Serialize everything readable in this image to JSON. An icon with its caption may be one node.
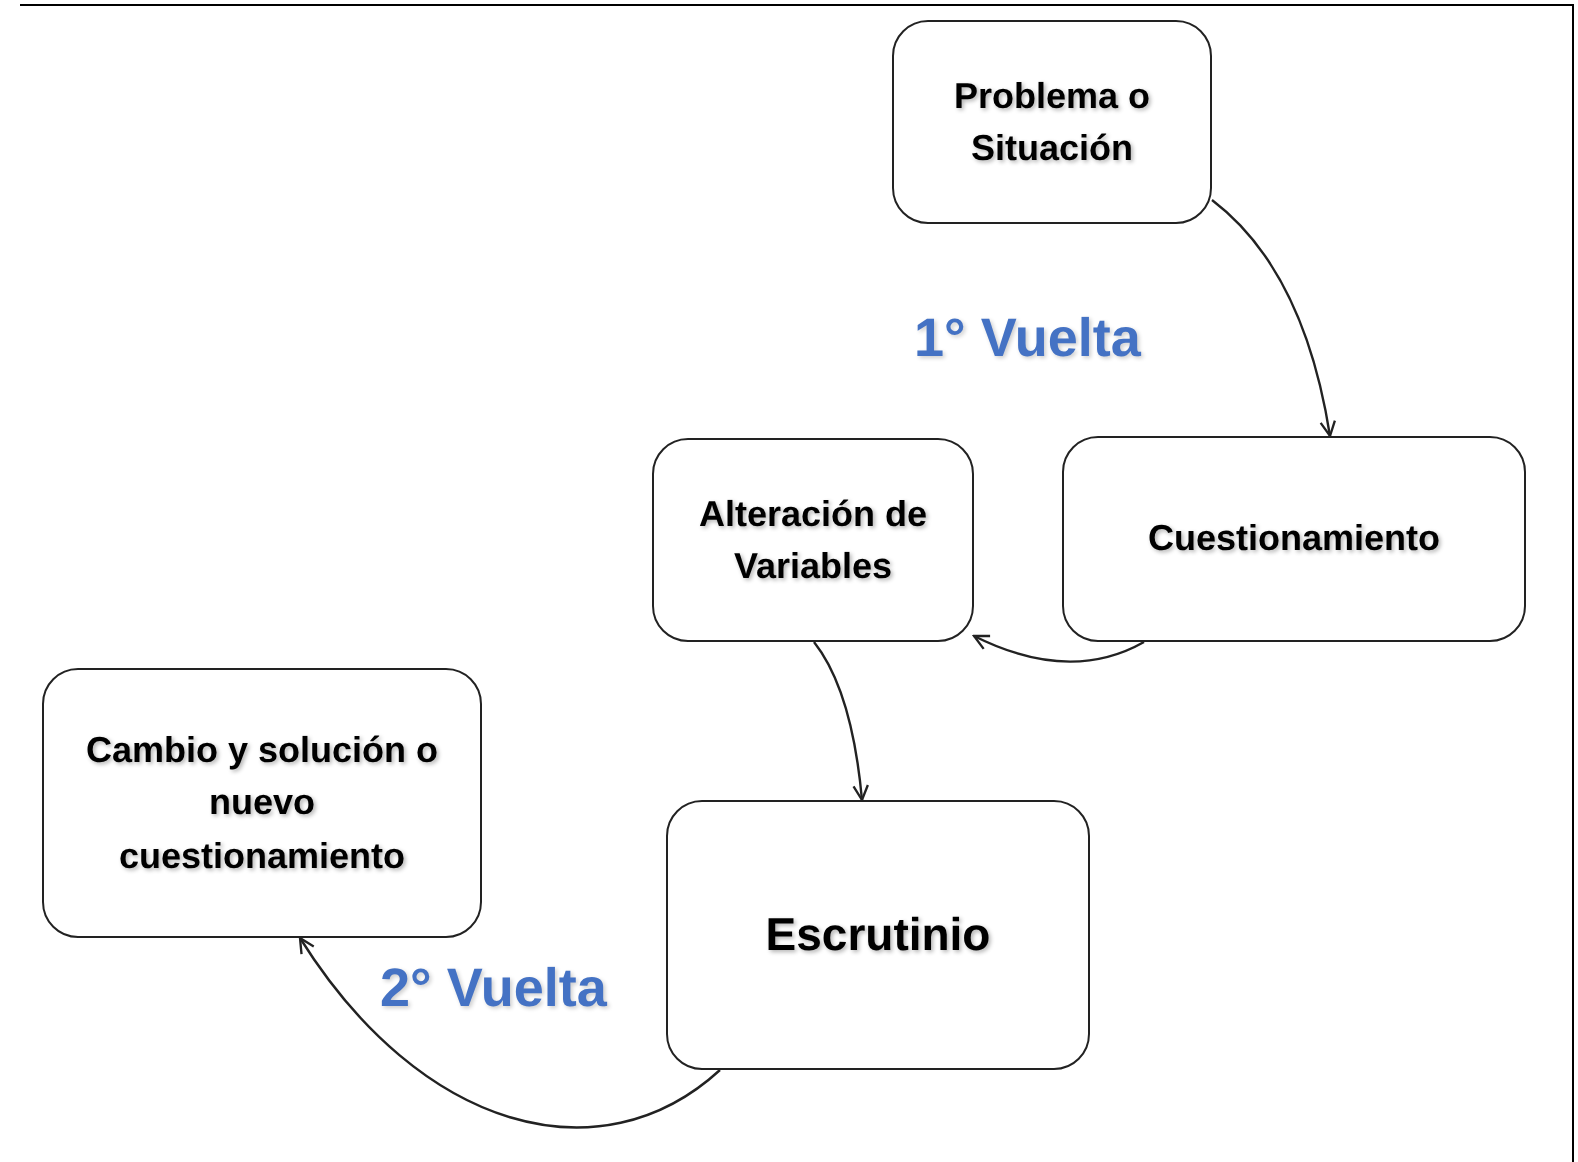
{
  "diagram": {
    "nodes": [
      {
        "text": [
          "Problema o Situación"
        ]
      },
      {
        "text": [
          "Cuestionamiento"
        ]
      },
      {
        "text": [
          "Alteración de Variables"
        ]
      },
      {
        "text": [
          "Escrutinio"
        ]
      },
      {
        "text": [
          "Cambio y solución o nuevo cuestionamiento"
        ]
      }
    ],
    "edges": [
      {
        "from": 0,
        "to": 1,
        "arrow": "to"
      },
      {
        "from": 1,
        "to": 2,
        "arrow": "to"
      },
      {
        "from": 2,
        "to": 3,
        "arrow": "to"
      },
      {
        "from": 3,
        "to": 4,
        "arrow": "to"
      }
    ],
    "labels": [
      "1° Vuelta",
      "2° Vuelta"
    ]
  }
}
